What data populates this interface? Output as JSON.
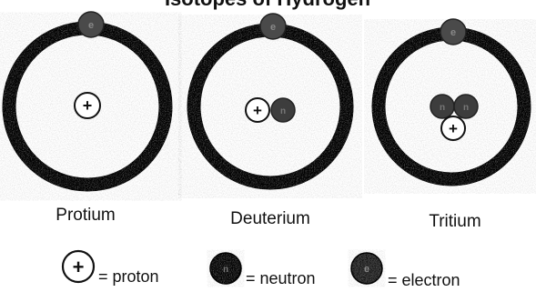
{
  "title_partial": "Isotopes of Hydrogen",
  "atoms": [
    {
      "name": "Protium",
      "protons": 1,
      "neutrons": 0
    },
    {
      "name": "Deuterium",
      "protons": 1,
      "neutrons": 1
    },
    {
      "name": "Tritium",
      "protons": 1,
      "neutrons": 2
    }
  ],
  "symbols": {
    "proton": "+",
    "neutron": "n",
    "electron": "e"
  },
  "legend": {
    "proton": "= proton",
    "neutron": "= neutron",
    "electron": "= electron"
  },
  "colors": {
    "orbit": "#3a3a3a",
    "neutron_fill": "#3d3d3d",
    "electron_fill": "#4a4a4a",
    "proton_fill": "#ffffff",
    "ink": "#111111"
  }
}
